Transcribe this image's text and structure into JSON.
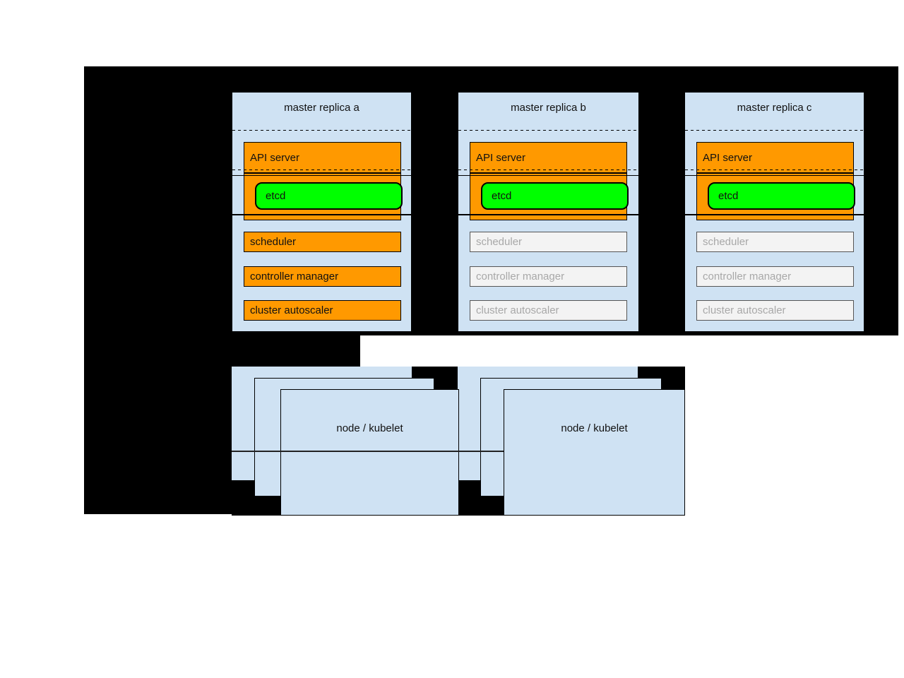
{
  "masters": [
    {
      "title": "master replica a",
      "active": true,
      "api_label": "API server",
      "etcd_label": "etcd",
      "scheduler_label": "scheduler",
      "controller_label": "controller manager",
      "autoscaler_label": "cluster autoscaler"
    },
    {
      "title": "master replica b",
      "active": false,
      "api_label": "API server",
      "etcd_label": "etcd",
      "scheduler_label": "scheduler",
      "controller_label": "controller manager",
      "autoscaler_label": "cluster autoscaler"
    },
    {
      "title": "master replica c",
      "active": false,
      "api_label": "API server",
      "etcd_label": "etcd",
      "scheduler_label": "scheduler",
      "controller_label": "controller manager",
      "autoscaler_label": "cluster autoscaler"
    }
  ],
  "nodes": [
    {
      "label": "node / kubelet"
    },
    {
      "label": "node / kubelet"
    }
  ],
  "colors": {
    "bg-black": "#000000",
    "blue": "#cfe2f3",
    "orange": "#ff9900",
    "green": "#00ff00",
    "inactive-bg": "#f3f3f3",
    "inactive-border": "#555555",
    "inactive-text": "#a8a8a8"
  }
}
